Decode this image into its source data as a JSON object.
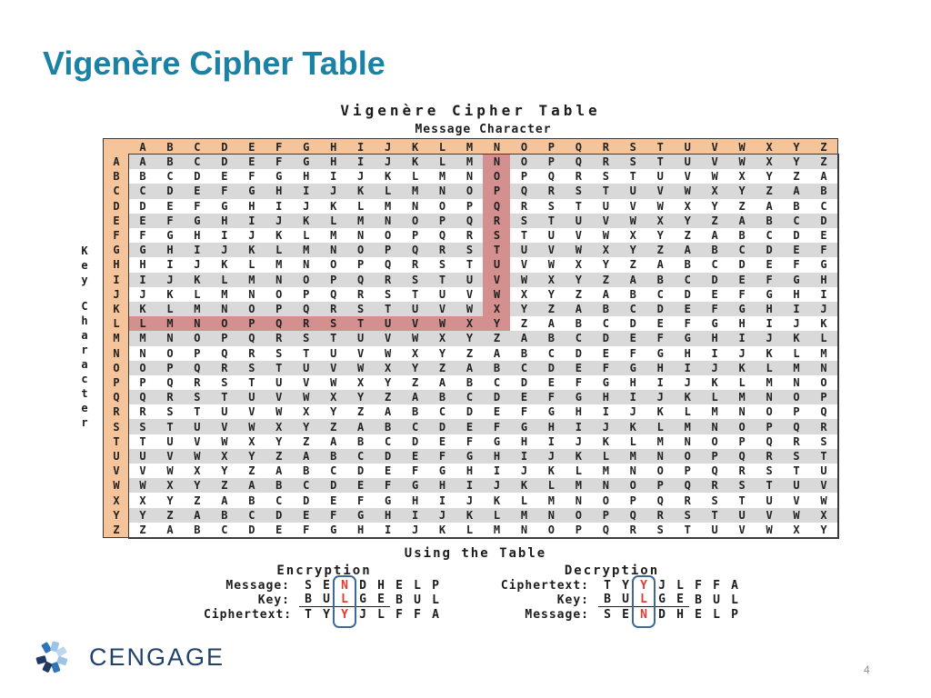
{
  "slide": {
    "title": "Vigenère Cipher Table",
    "page_number": "4"
  },
  "theme": {
    "title_color": "#1b81a5",
    "header_fill": "#f5c49a",
    "highlight_fill": "#d48f8f",
    "stripe_fill": "#d9d9d9",
    "red_letter": "#e8392e",
    "box_stroke": "#3e6a9a",
    "brand_navy": "#21406b",
    "page_number_gray": "#8f8f8f",
    "border_color": "#3b3b3b"
  },
  "figure": {
    "title": "Vigenère Cipher Table",
    "message_axis_label": "Message Character",
    "key_axis_label": "Key Character",
    "alphabet": "ABCDEFGHIJKLMNOPQRSTUVWXYZ",
    "rows": [
      "ABCDEFGHIJKLMNOPQRSTUVWXYZ",
      "BCDEFGHIJKLMNOPQRSTUVWXYZA",
      "CDEFGHIJKLMNOPQRSTUVWXYZAB",
      "DEFGHIJKLMNOPQRSTUVWXYZABC",
      "EFGHIJKLMNOPQRSTUVWXYZABCD",
      "FGHIJKLMNOPQRSTUVWXYZABCDE",
      "GHIJKLMNOPQRSTUVWXYZABCDEF",
      "HIJKLMNOPQRSTUVWXYZABCDEFG",
      "IJKLMNOPQRSTUVWXYZABCDEFGH",
      "JKLMNOPQRSTUVWXYZABCDEFGHI",
      "KLMNOPQRSTUVWXYZABCDEFGHIJ",
      "LMNOPQRSTUVWXYZABCDEFGHIJK",
      "MNOPQRSTUVWXYZABCDEFGHIJKL",
      "NOPQRSTUVWXYZABCDEFGHIJKLM",
      "OPQRSTUVWXYZABCDEFGHIJKLMN",
      "PQRSTUVWXYZABCDEFGHIJKLMNO",
      "QRSTUVWXYZABCDEFGHIJKLMNOP",
      "RSTUVWXYZABCDEFGHIJKLMNOPQ",
      "STUVWXYZABCDEFGHIJKLMNOPQR",
      "TUVWXYZABCDEFGHIJKLMNOPQRS",
      "UVWXYZABCDEFGHIJKLMNOPQRST",
      "VWXYZABCDEFGHIJKLMNOPQRSTU",
      "WXYZABCDEFGHIJKLMNOPQRSTUV",
      "XYZABCDEFGHIJKLMNOPQRSTUVW",
      "YZABCDEFGHIJKLMNOPQRSTUVWX",
      "ZABCDEFGHIJKLMNOPQRSTUVWXY"
    ],
    "highlight": {
      "key_row": "L",
      "message_column": "N",
      "intersection": "Y"
    }
  },
  "usage": {
    "title": "Using the Table",
    "encryption": {
      "title": "Encryption",
      "rows": [
        {
          "label": "Message:",
          "letters": "SENDHELP",
          "red_index": 2
        },
        {
          "label": "Key:",
          "letters": "BULGEBUL",
          "red_index": 2,
          "underline_through": 4
        },
        {
          "label": "Ciphertext:",
          "letters": "TYYJLFFA",
          "red_index": 2
        }
      ]
    },
    "decryption": {
      "title": "Decryption",
      "rows": [
        {
          "label": "Ciphertext:",
          "letters": "TYYJLFFA",
          "red_index": 2
        },
        {
          "label": "Key:",
          "letters": "BULGEBUL",
          "red_index": 2,
          "underline_through": 4
        },
        {
          "label": "Message:",
          "letters": "SENDHELP",
          "red_index": 2
        }
      ]
    }
  },
  "footer": {
    "brand": "CENGAGE"
  }
}
